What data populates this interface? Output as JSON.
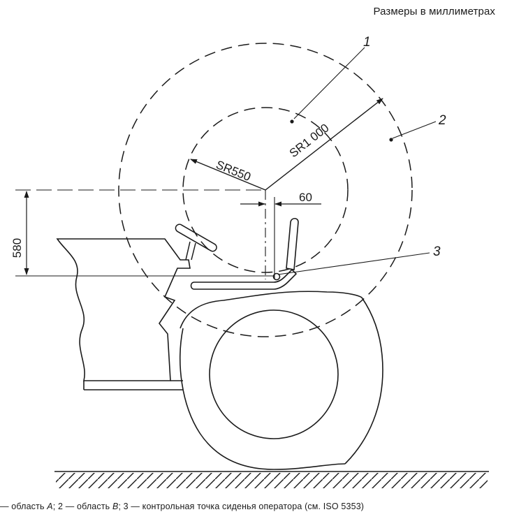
{
  "units_note": "Размеры в миллиметрах",
  "labels": {
    "callout_1": "1",
    "callout_2": "2",
    "callout_3": "3",
    "radius_inner": "SR550",
    "radius_outer": "SR1 000",
    "offset_horizontal": "60",
    "height_vertical": "580"
  },
  "caption": {
    "part1": "— область ",
    "var_a": "A",
    "part2": "; 2 — область ",
    "var_b": "B",
    "part3": "; 3 — контрольная точка сиденья оператора (см. ISO 5353)"
  },
  "colors": {
    "line": "#1a1a1a",
    "background": "#ffffff"
  }
}
